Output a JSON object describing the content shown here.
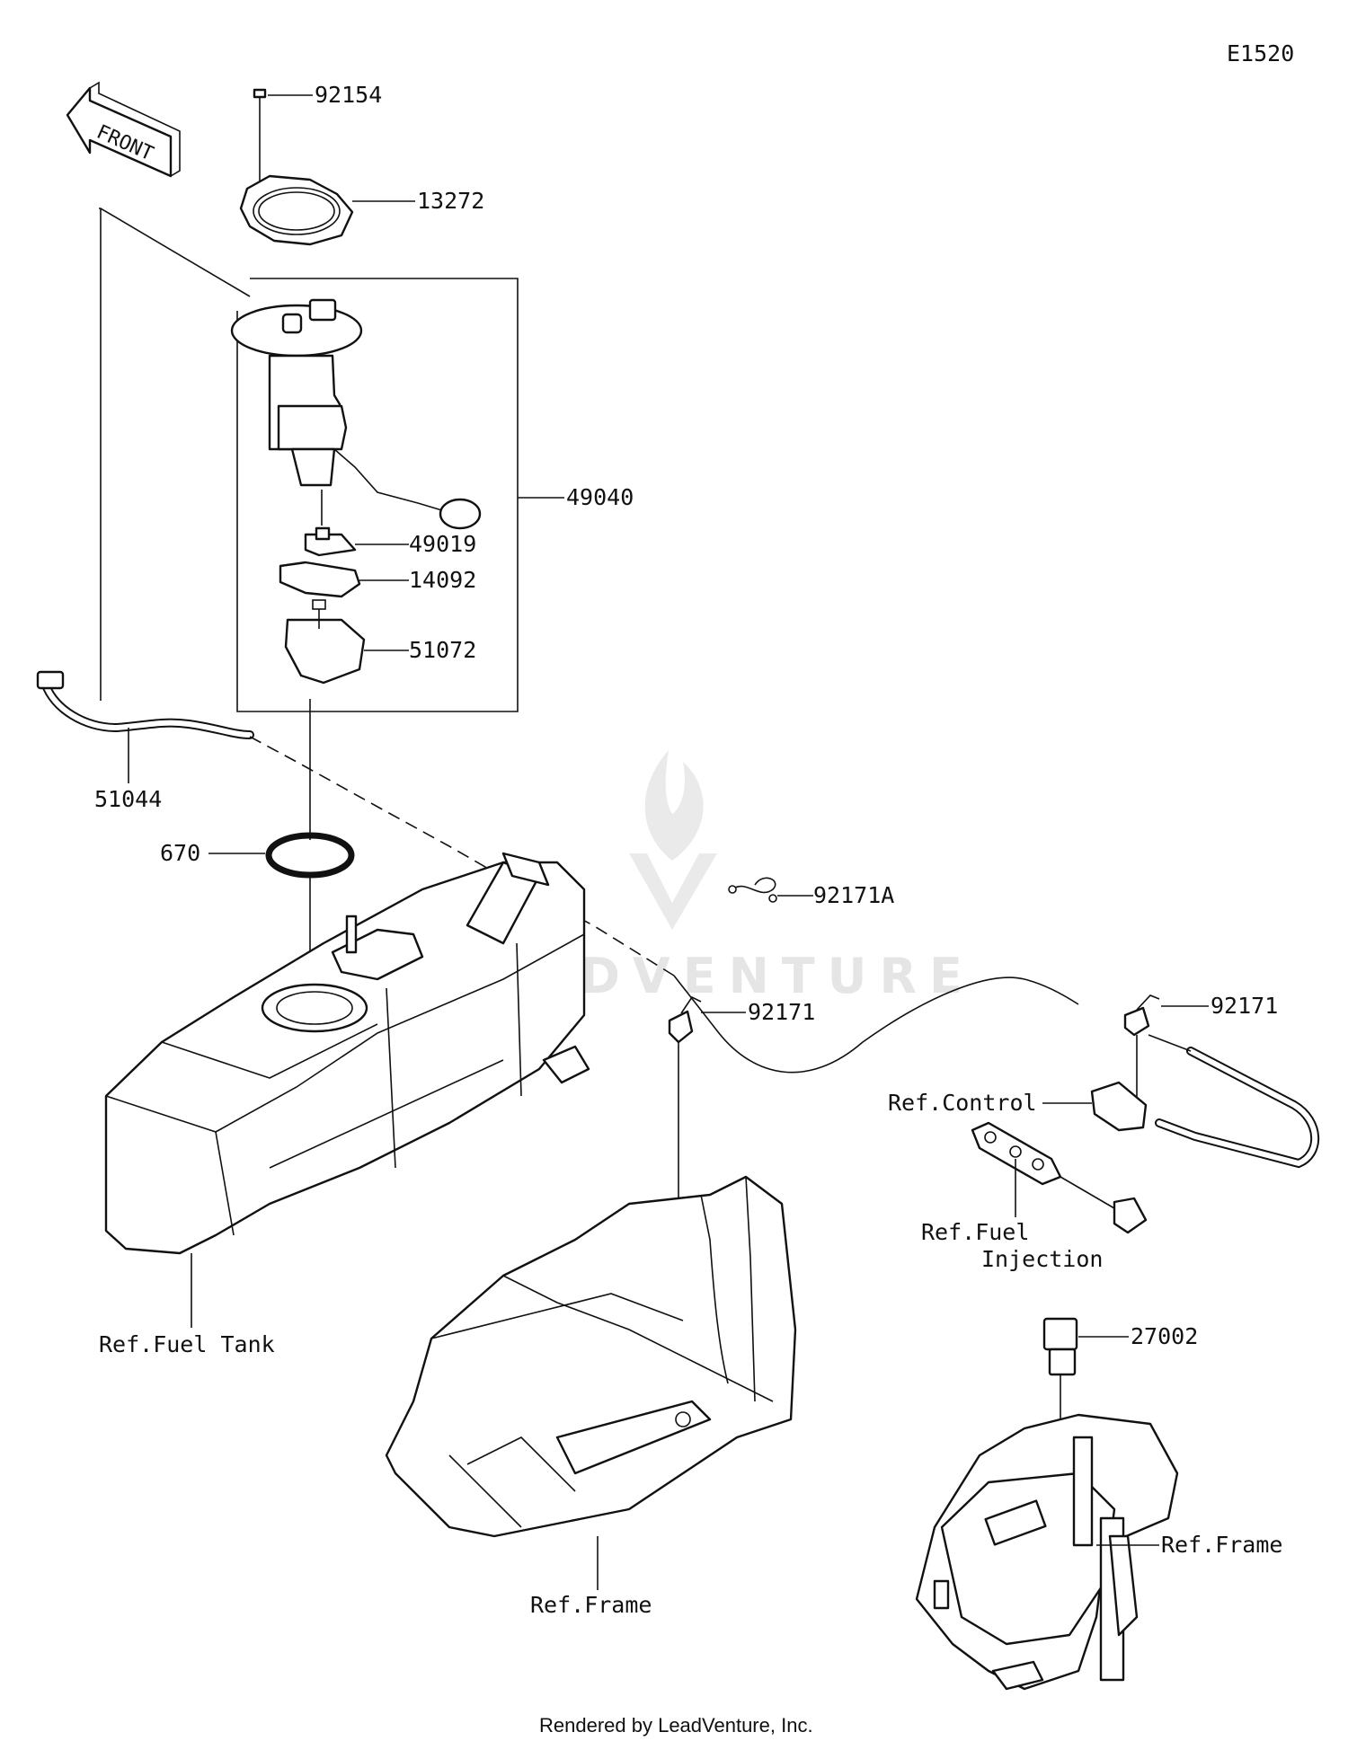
{
  "diagram": {
    "code": "E1520",
    "front_label": "FRONT",
    "watermark": "LEADVENTURE",
    "footer": "Rendered by LeadVenture, Inc.",
    "callouts": [
      {
        "id": "92154",
        "text": "92154"
      },
      {
        "id": "13272",
        "text": "13272"
      },
      {
        "id": "49040",
        "text": "49040"
      },
      {
        "id": "49019",
        "text": "49019"
      },
      {
        "id": "14092",
        "text": "14092"
      },
      {
        "id": "51072",
        "text": "51072"
      },
      {
        "id": "51044",
        "text": "51044"
      },
      {
        "id": "670",
        "text": "670"
      },
      {
        "id": "92171A",
        "text": "92171A"
      },
      {
        "id": "92171-mid",
        "text": "92171"
      },
      {
        "id": "92171-right",
        "text": "92171"
      },
      {
        "id": "27002",
        "text": "27002"
      },
      {
        "id": "ref-control",
        "text": "Ref.Control"
      },
      {
        "id": "ref-fuel-injection-1",
        "text": "Ref.Fuel"
      },
      {
        "id": "ref-fuel-injection-2",
        "text": "Injection"
      },
      {
        "id": "ref-fuel-tank",
        "text": "Ref.Fuel Tank"
      },
      {
        "id": "ref-frame-center",
        "text": "Ref.Frame"
      },
      {
        "id": "ref-frame-right",
        "text": "Ref.Frame"
      }
    ]
  }
}
